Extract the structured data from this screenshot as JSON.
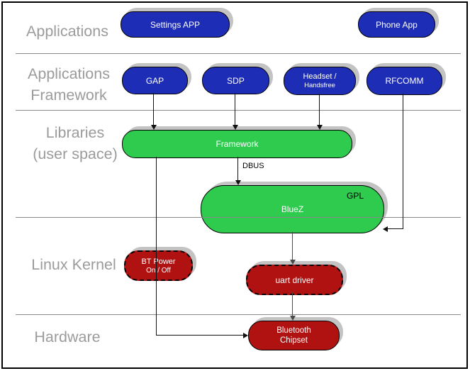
{
  "layers": [
    {
      "id": "applications",
      "lines": [
        "Applications"
      ]
    },
    {
      "id": "applications-framework",
      "lines": [
        "Applications",
        "Framework"
      ]
    },
    {
      "id": "libraries-user-space",
      "lines": [
        "Libraries",
        "(user space)"
      ]
    },
    {
      "id": "linux-kernel",
      "lines": [
        "Linux Kernel"
      ]
    },
    {
      "id": "hardware",
      "lines": [
        "Hardware"
      ]
    }
  ],
  "nodes": {
    "settings_app": {
      "label": "Settings APP"
    },
    "phone_app": {
      "label": "Phone App"
    },
    "gap": {
      "label": "GAP"
    },
    "sdp": {
      "label": "SDP"
    },
    "headset": {
      "line1": "Headset /",
      "line2": "Handsfree"
    },
    "rfcomm": {
      "label": "RFCOMM"
    },
    "framework": {
      "label": "Framework"
    },
    "bluez": {
      "label": "BlueZ",
      "badge": "GPL"
    },
    "bt_power": {
      "line1": "BT Power",
      "line2": "On / Off"
    },
    "uart_driver": {
      "label": "uart driver"
    },
    "bluetooth_chipset": {
      "line1": "Bluetooth",
      "line2": "Chipset"
    }
  },
  "edge_labels": {
    "dbus": "DBUS"
  },
  "colors": {
    "app_node_blue": "#1d2db6",
    "user_space_green": "#2fcb4f",
    "kernel_red": "#b01212",
    "layer_label_gray": "#9b9b9b",
    "divider_gray": "#8a8a8a",
    "shadow_gray": "#c3c3c3"
  }
}
